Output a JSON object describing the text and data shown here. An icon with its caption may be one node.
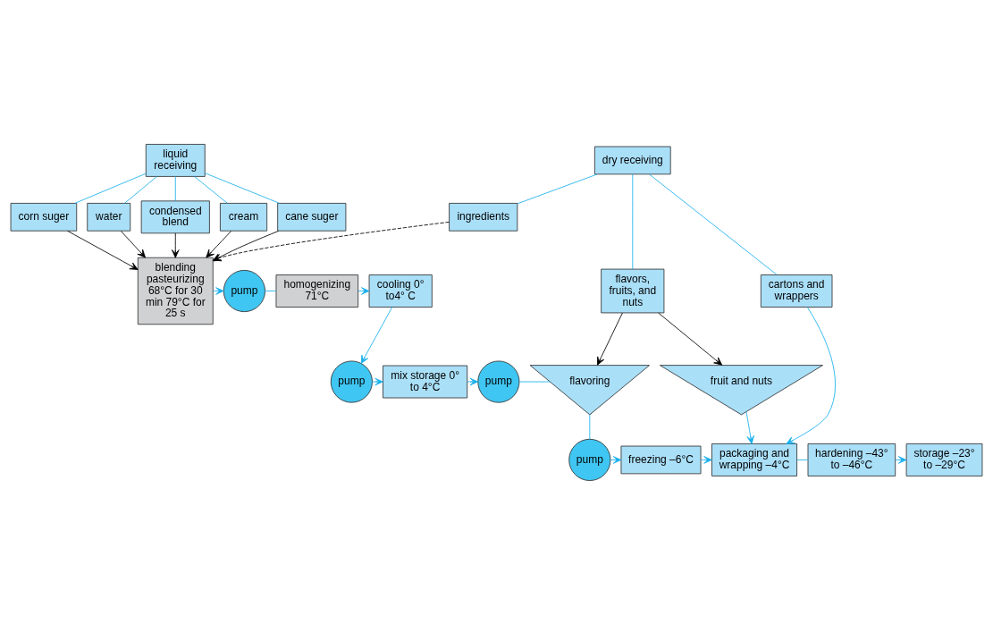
{
  "diagram": {
    "nodes": [
      {
        "text": [
          "dry receiving"
        ]
      },
      {
        "text": [
          "cartons and wrappers"
        ]
      },
      {
        "text": [
          "flavors, fruits, and nuts"
        ]
      },
      {
        "text": [
          "ingredients"
        ]
      },
      {
        "text": [
          "liquid receiving"
        ]
      },
      {
        "text": [
          "condensed blend"
        ]
      },
      {
        "text": [
          "cream"
        ]
      },
      {
        "text": [
          "cane suger"
        ]
      },
      {
        "text": [
          "corn suger"
        ]
      },
      {
        "text": [
          "water"
        ]
      },
      {
        "text": [
          "blending pasteurizing 68°C for 30 min 79°C for 25 s"
        ]
      },
      {
        "text": [
          "pump"
        ]
      },
      {
        "text": [
          "homogenizing 71°C"
        ]
      },
      {
        "text": [
          "cooling 0° to4° C"
        ]
      },
      {
        "text": [
          "pump"
        ]
      },
      {
        "text": [
          "mix storage 0° to 4°C"
        ]
      },
      {
        "text": [
          "pump"
        ]
      },
      {
        "text": [
          "flavoring"
        ]
      },
      {
        "text": [
          "fruit and nuts"
        ]
      },
      {
        "text": [
          "pump"
        ]
      },
      {
        "text": [
          "freezing –6°C"
        ]
      },
      {
        "text": [
          "packaging and wrapping –4°C"
        ]
      },
      {
        "text": [
          "hardening –43° to –46°C"
        ]
      },
      {
        "text": [
          "storage –23° to –29°C"
        ]
      }
    ],
    "edges": [
      {
        "from": 0,
        "to": 1,
        "arrow": "none"
      },
      {
        "from": 0,
        "to": 2,
        "arrow": "none"
      },
      {
        "from": 0,
        "to": 3,
        "arrow": "none"
      },
      {
        "from": 4,
        "to": 5,
        "arrow": "none"
      },
      {
        "from": 4,
        "to": 6,
        "arrow": "none"
      },
      {
        "from": 4,
        "to": 7,
        "arrow": "none"
      },
      {
        "from": 4,
        "to": 8,
        "arrow": "none"
      },
      {
        "from": 4,
        "to": 9,
        "arrow": "none"
      },
      {
        "from": 1,
        "to": 21,
        "arrow": "to"
      },
      {
        "from": 2,
        "to": 17,
        "arrow": "to",
        "color": "#000000"
      },
      {
        "from": 2,
        "to": 18,
        "arrow": "to",
        "color": "#000000"
      },
      {
        "from": 3,
        "to": 10,
        "arrow": "to",
        "style": "dashed",
        "color": "#000000"
      },
      {
        "from": 5,
        "to": 10,
        "arrow": "to",
        "color": "#000000"
      },
      {
        "from": 6,
        "to": 10,
        "arrow": "to",
        "color": "#000000"
      },
      {
        "from": 7,
        "to": 10,
        "arrow": "to",
        "color": "#000000"
      },
      {
        "from": 8,
        "to": 10,
        "arrow": "to",
        "color": "#000000"
      },
      {
        "from": 9,
        "to": 10,
        "arrow": "to",
        "color": "#000000"
      },
      {
        "from": 10,
        "to": 11,
        "arrow": "to"
      },
      {
        "from": 11,
        "to": 12,
        "arrow": "none"
      },
      {
        "from": 12,
        "to": 13,
        "arrow": "to"
      },
      {
        "from": 13,
        "to": 14,
        "arrow": "to"
      },
      {
        "from": 14,
        "to": 15,
        "arrow": "to"
      },
      {
        "from": 15,
        "to": 16,
        "arrow": "to"
      },
      {
        "from": 16,
        "to": 17,
        "arrow": "none"
      },
      {
        "from": 17,
        "to": 19,
        "arrow": "none"
      },
      {
        "from": 19,
        "to": 20,
        "arrow": "to"
      },
      {
        "from": 20,
        "to": 21,
        "arrow": "to"
      },
      {
        "from": 18,
        "to": 21,
        "arrow": "to"
      },
      {
        "from": 21,
        "to": 22,
        "arrow": "none"
      },
      {
        "from": 22,
        "to": 23,
        "arrow": "to"
      }
    ]
  }
}
